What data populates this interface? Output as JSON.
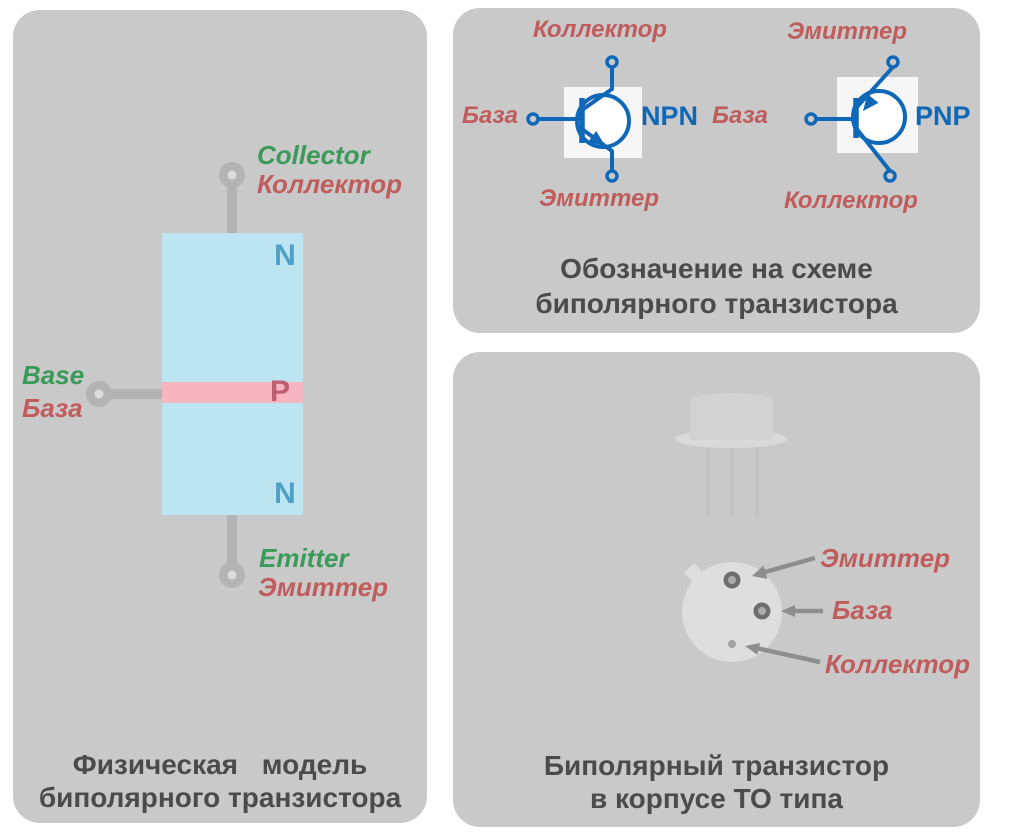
{
  "colors": {
    "panel-bg": "#c9c9c9",
    "caption-text": "#4b4b4b",
    "green-label": "#3a9a58",
    "red-label": "#c05c5c",
    "symbol-blue": "#0f68b7",
    "n-region": "#bce5f1",
    "p-region": "#f5b6c1",
    "n-letter": "#4f9fc6",
    "p-letter": "#bf606f",
    "lead-gray": "#b3b3b3",
    "lead-hole": "#dcdcdc",
    "arrow-gray": "#8d8d8d",
    "white-box": "#f6f6f6",
    "can-gray": "#d2d2d2",
    "flange-gray": "#d9d9d9",
    "leg-gray": "#c2c2c2",
    "bottom-view-gray": "#dedede",
    "pin-dot-dark": "#6e6e6e",
    "pin-dot-light": "#ababab",
    "collector-dot": "#a2a2a2"
  },
  "physical_model": {
    "collector_en": "Collector",
    "collector_ru": "Коллектор",
    "base_en": "Base",
    "base_ru": "База",
    "emitter_en": "Emitter",
    "emitter_ru": "Эмиттер",
    "region_top": "N",
    "region_middle": "P",
    "region_bottom": "N",
    "caption_line1": "Физическая модель",
    "caption_line2": "биполярного транзистора"
  },
  "schematic": {
    "npn": {
      "type": "NPN",
      "top": "Коллектор",
      "left": "База",
      "bottom": "Эмиттер"
    },
    "pnp": {
      "type": "PNP",
      "top": "Эмиттер",
      "left": "База",
      "bottom": "Коллектор"
    },
    "caption_line1": "Обозначение на схеме",
    "caption_line2": "биполярного транзистора"
  },
  "package": {
    "pin_emitter": "Эмиттер",
    "pin_base": "База",
    "pin_collector": "Коллектор",
    "caption_line1": "Биполярный транзистор",
    "caption_line2": "в корпусе ТО типа"
  }
}
